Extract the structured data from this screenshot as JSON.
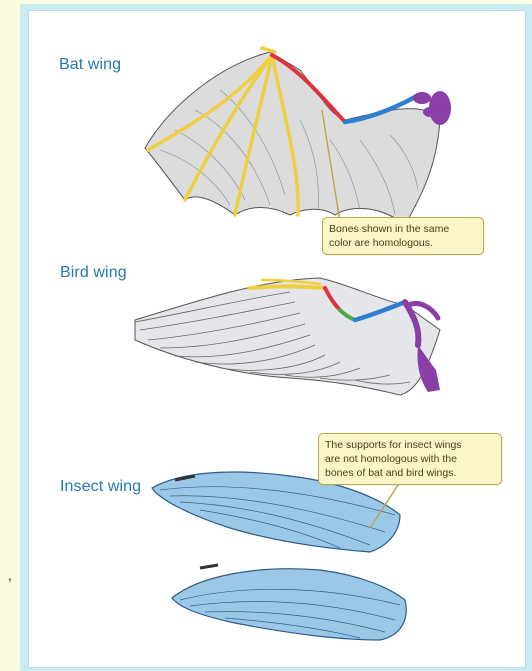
{
  "labels": {
    "bat": "Bat wing",
    "bird": "Bird wing",
    "insect": "Insect wing"
  },
  "callouts": {
    "homologous": [
      "Bones shown in the same",
      "color are homologous."
    ],
    "insect": [
      "The supports for insect wings",
      "are not homologous with the",
      "bones of bat and bird wings."
    ]
  },
  "side_mark": ",",
  "colors": {
    "page_bg": "#fbfbe0",
    "panel_frame": "#c9ecf0",
    "label_text": "#2478b5",
    "callout_bg": "#fbf5c8",
    "bone_yellow": "#f0d040",
    "bone_red": "#e0323c",
    "bone_blue": "#2f7fd0",
    "bone_purple": "#8a3ea8",
    "bone_green": "#4aa84a",
    "insect_wing": "#9cc8e8"
  }
}
